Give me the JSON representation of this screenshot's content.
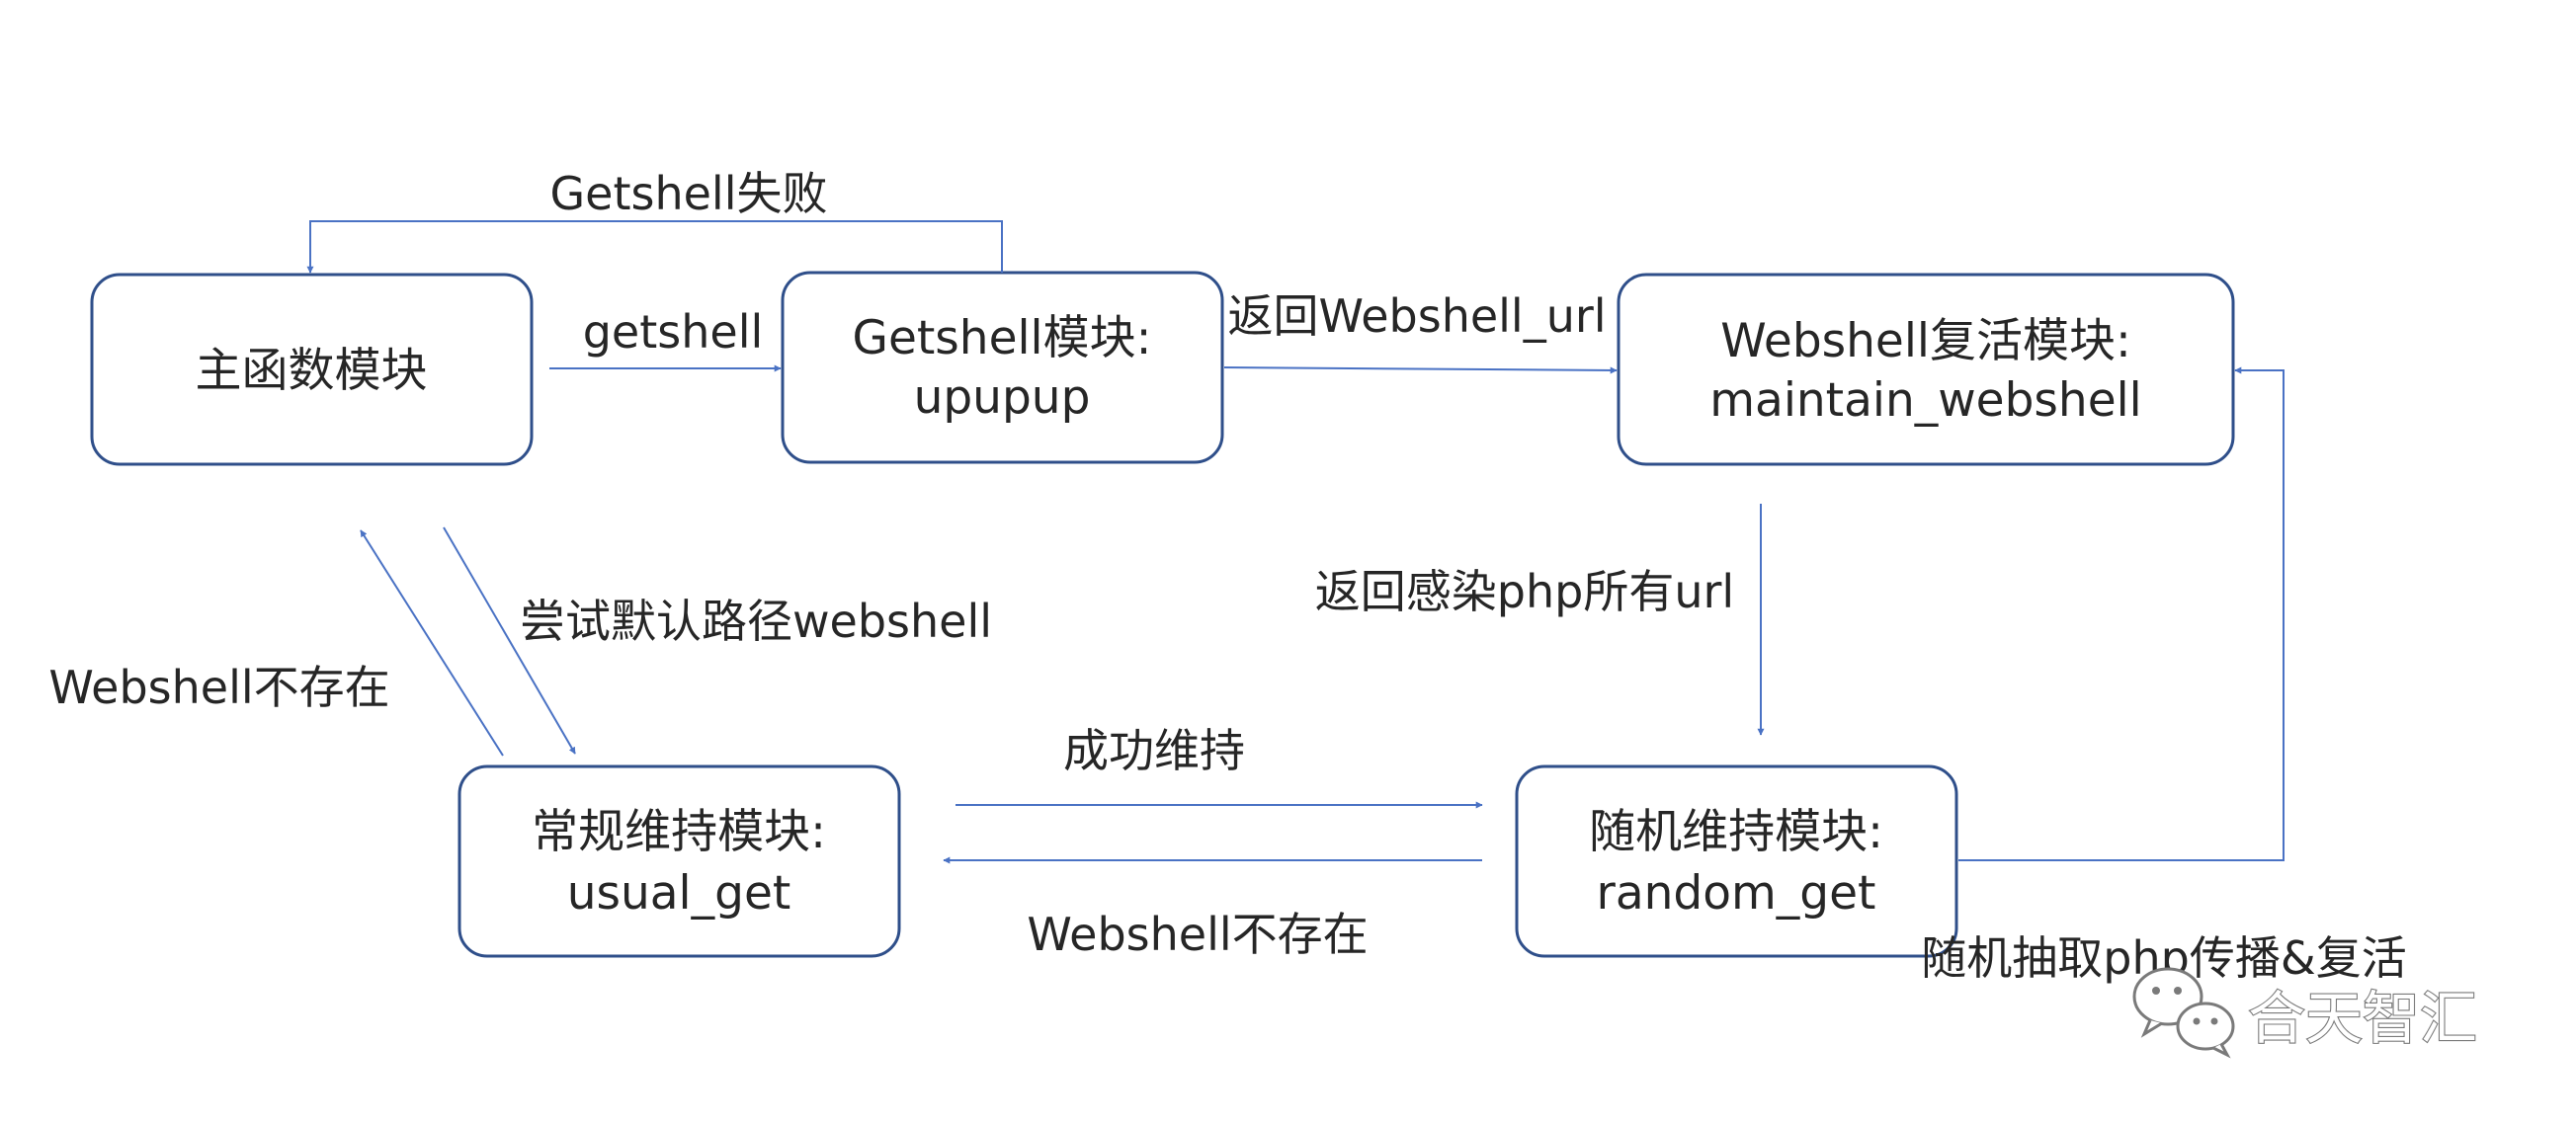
{
  "nodes": {
    "main": {
      "lines": [
        "主函数模块"
      ]
    },
    "getshell": {
      "lines": [
        "Getshell模块:",
        "upupup"
      ]
    },
    "maintain": {
      "lines": [
        "Webshell复活模块:",
        "maintain_webshell"
      ]
    },
    "usual": {
      "lines": [
        "常规维持模块:",
        "usual_get"
      ]
    },
    "random": {
      "lines": [
        "随机维持模块:",
        "random_get"
      ]
    }
  },
  "edges": {
    "getshell_fail": "Getshell失败",
    "getshell": "getshell",
    "return_webshell_url": "返回Webshell_url",
    "return_infected_urls": "返回感染php所有url",
    "try_default_path": "尝试默认路径webshell",
    "webshell_missing_left": "Webshell不存在",
    "keep_success": "成功维持",
    "webshell_missing_bottom": "Webshell不存在",
    "random_spread": "随机抽取php传播&复活"
  },
  "watermark": {
    "text": "合天智汇",
    "icon": "wechat-icon"
  },
  "colors": {
    "node_border": "#2f4f8a",
    "arrow": "#4a72c4",
    "text": "#262626"
  }
}
